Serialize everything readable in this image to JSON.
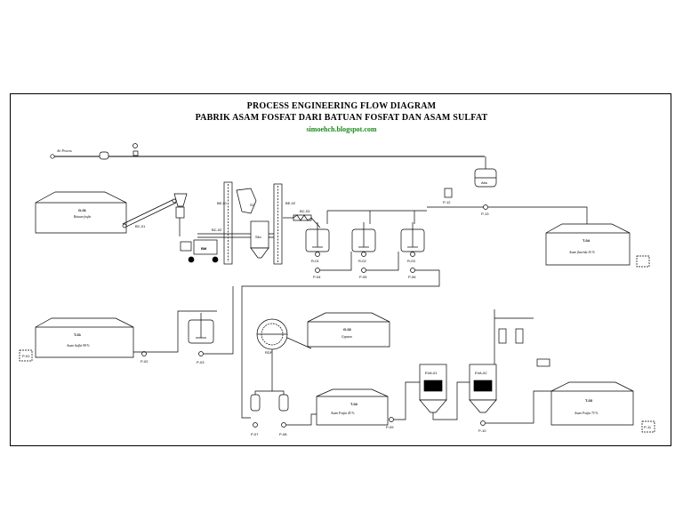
{
  "title": {
    "line1": "PROCESS ENGINEERING FLOW DIAGRAM",
    "line2": "PABRIK ASAM FOSFAT DARI BATUAN FOSFAT DAN ASAM SULFAT",
    "source": "simoehch.blogspot.com"
  },
  "storage": [
    {
      "id": "G-01",
      "desc": "Batuan fosfat"
    },
    {
      "id": "T-01",
      "desc": "Asam Sulfat 98 %"
    },
    {
      "id": "G-02",
      "desc": "Gypsum"
    },
    {
      "id": "T-02",
      "desc": "Asam Fosfat 45 %"
    },
    {
      "id": "T-03",
      "desc": "Asam Fosfat 75 %"
    },
    {
      "id": "T-04",
      "desc": "Asam fluorida 30 %"
    }
  ],
  "equipment": {
    "conveyor1": "BC-01",
    "conveyor2": "BC-02",
    "conveyor3": "BC-03",
    "bucket1": "BE-01",
    "bucket2": "BE-02",
    "silo": "Silo",
    "mill": "BM",
    "screen": "SC",
    "reactors": [
      "R-01",
      "R-02",
      "R-03"
    ],
    "absorber": "Abs",
    "air": "Air Process",
    "evaporators": [
      "EVA-01",
      "EVA-02"
    ],
    "filter": "RDF",
    "pumps": [
      "P-01",
      "P-02",
      "P-03",
      "P-04",
      "P-05",
      "P-06",
      "P-07",
      "P-08",
      "P-09",
      "P-10",
      "P-11",
      "P-12",
      "P-13"
    ]
  }
}
